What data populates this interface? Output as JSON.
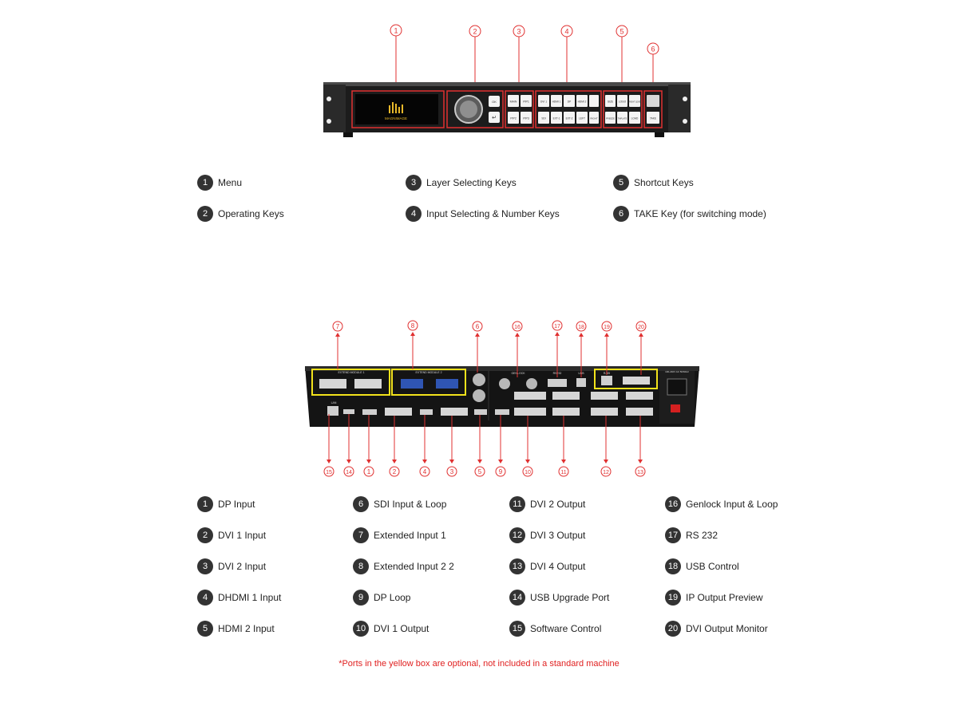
{
  "front": {
    "callouts": [
      "1",
      "2",
      "3",
      "4",
      "5",
      "6"
    ],
    "logo_text": "MAGNIMAGE",
    "keys": {
      "ok": "OK",
      "main": "MAIN",
      "pip1": "PIP1",
      "pip2": "PIP2",
      "pip3": "PIP3",
      "dvi1": "DVI 1",
      "hdmi1": "HDMI 1",
      "dp": "DP",
      "hdmi2": "HDMI 2",
      "sdi": "SDI",
      "ext1": "EXT-1",
      "ext2": "EXT-2",
      "left": "LEFT",
      "right": "RIGHT",
      "size": "SIZE",
      "logo": "LOGO",
      "bright_level": "BRIGHT LEVEL",
      "freeze": "FREEZE",
      "tmplate": "TMPLATE",
      "load": "LOAD",
      "take": "TAKE"
    }
  },
  "front_legend": [
    {
      "num": "1",
      "label": "Menu"
    },
    {
      "num": "2",
      "label": "Operating Keys"
    },
    {
      "num": "3",
      "label": "Layer Selecting Keys"
    },
    {
      "num": "4",
      "label": "Input Selecting & Number Keys"
    },
    {
      "num": "5",
      "label": "Shortcut Keys"
    },
    {
      "num": "6",
      "label": "TAKE Key  (for switching mode)"
    }
  ],
  "rear": {
    "top_callouts": [
      "7",
      "8",
      "6",
      "16",
      "17",
      "18",
      "19",
      "20"
    ],
    "bottom_callouts": [
      "15",
      "14",
      "1",
      "2",
      "4",
      "3",
      "5",
      "9",
      "10",
      "11",
      "12",
      "13"
    ],
    "labels": {
      "extend_module_1": "EXTEND MODULE 1",
      "extend_module_2": "EXTEND MODULE 2",
      "genlock": "GENLOCK",
      "rs232": "RS232",
      "usb": "USB",
      "rj45": "RJ45",
      "lan": "LAN",
      "power": "100-240V AC 50/60Hz"
    }
  },
  "rear_legend": [
    {
      "num": "1",
      "label": "DP Input"
    },
    {
      "num": "2",
      "label": "DVI 1 Input"
    },
    {
      "num": "3",
      "label": "DVI 2 Input"
    },
    {
      "num": "4",
      "label": "DHDMI 1 Input"
    },
    {
      "num": "5",
      "label": "HDMI 2 Input"
    },
    {
      "num": "6",
      "label": "SDI Input & Loop"
    },
    {
      "num": "7",
      "label": "Extended Input 1"
    },
    {
      "num": "8",
      "label": "Extended Input 2 2"
    },
    {
      "num": "9",
      "label": "DP Loop"
    },
    {
      "num": "10",
      "label": "DVI 1 Output"
    },
    {
      "num": "11",
      "label": "DVI 2 Output"
    },
    {
      "num": "12",
      "label": "DVI 3 Output"
    },
    {
      "num": "13",
      "label": "DVI 4 Output"
    },
    {
      "num": "14",
      "label": "USB Upgrade Port"
    },
    {
      "num": "15",
      "label": "Software Control"
    },
    {
      "num": "16",
      "label": "Genlock Input & Loop"
    },
    {
      "num": "17",
      "label": "RS 232"
    },
    {
      "num": "18",
      "label": "USB Control"
    },
    {
      "num": "19",
      "label": "IP Output Preview"
    },
    {
      "num": "20",
      "label": "DVI Output Monitor"
    }
  ],
  "footnote": "*Ports in the yellow box are optional, not included in a standard machine",
  "colors": {
    "callout_red": "#e03030",
    "highlight_yellow": "#f2e21b",
    "chassis": "#1f1f1f",
    "badge": "#333333"
  }
}
